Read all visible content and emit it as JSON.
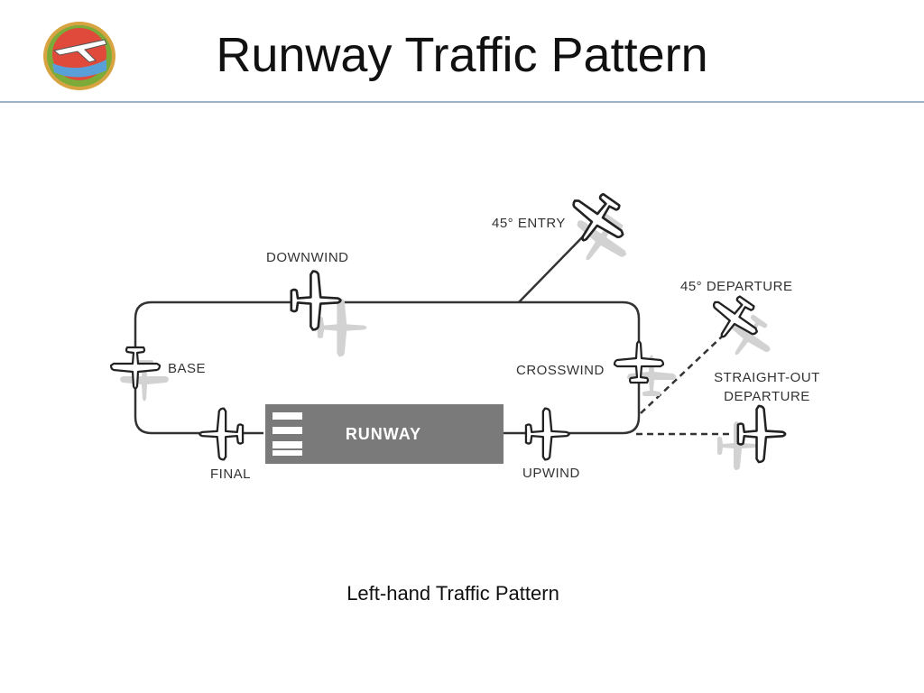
{
  "title": "Runway Traffic Pattern",
  "caption": "Left-hand Traffic Pattern",
  "diagram": {
    "runway_label": "RUNWAY",
    "legs": {
      "downwind": "DOWNWIND",
      "base": "BASE",
      "final": "FINAL",
      "upwind": "UPWIND",
      "crosswind": "CROSSWIND",
      "entry_45": "45° ENTRY",
      "departure_45": "45° DEPARTURE",
      "straight_out_line1": "STRAIGHT-OUT",
      "straight_out_line2": "DEPARTURE"
    }
  },
  "colors": {
    "runway": "#7a7a7a",
    "path": "#333333",
    "shadow": "#cfcfcf",
    "title_rule": "#9fb3c8",
    "badge_outer": "#7cab3a",
    "badge_inner": "#e04a3a"
  },
  "icons": [
    "merit-badge-icon",
    "airplane-icon"
  ]
}
